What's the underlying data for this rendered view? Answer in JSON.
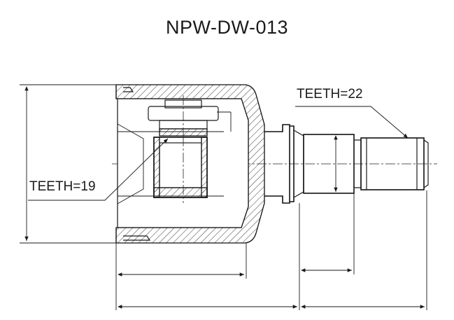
{
  "title": "NPW-DW-013",
  "labels": {
    "teeth_outer": "TEETH=22",
    "teeth_inner": "TEETH=19"
  }
}
